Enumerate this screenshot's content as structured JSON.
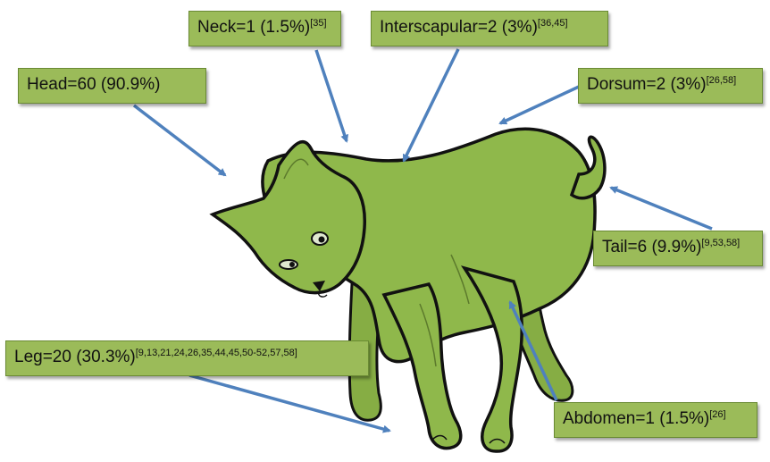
{
  "labels": {
    "neck": {
      "text": "Neck=1 (1.5%)",
      "ref": "[35]"
    },
    "interscapular": {
      "text": "Interscapular=2 (3%)",
      "ref": "[36,45]"
    },
    "head": {
      "text": "Head=60 (90.9%)",
      "ref": ""
    },
    "dorsum": {
      "text": "Dorsum=2 (3%)",
      "ref": "[26,58]"
    },
    "tail": {
      "text": "Tail=6 (9.9%)",
      "ref": "[9,53,58]"
    },
    "leg": {
      "text": "Leg=20 (30.3%)",
      "ref": "[9,13,21,24,26,35,44,45,50-52,57,58]"
    },
    "abdomen": {
      "text": "Abdomen=1 (1.5%)",
      "ref": "[26]"
    }
  },
  "colors": {
    "label_fill": "#9bbb59",
    "cat_fill": "#8fb84b",
    "arrow": "#4f81bd",
    "outline": "#111111"
  }
}
